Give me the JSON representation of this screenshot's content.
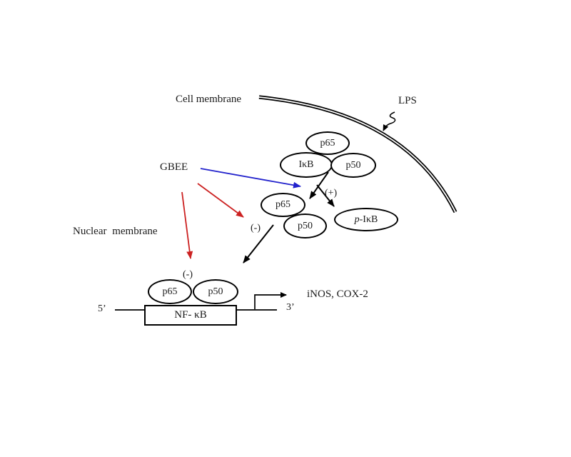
{
  "diagram": {
    "labels": {
      "cell_membrane": "Cell membrane",
      "lps": "LPS",
      "gbee": "GBEE",
      "nuclear_membrane": "Nuclear membrane"
    },
    "nodes": {
      "cytoplasmic_complex": {
        "p65": "p65",
        "ikb": "IκB",
        "p50": "p50"
      },
      "free_dimer": {
        "p65": "p65",
        "p50": "p50"
      },
      "phospho_ikb": {
        "prefix": "p",
        "suffix": "-IκB"
      },
      "nuclear_dimer": {
        "p65": "p65",
        "p50": "p50"
      }
    },
    "signs": {
      "plus": "(+)",
      "minus_cytoplasm": "(-)",
      "minus_nucleus": "(-)"
    },
    "dna": {
      "five_prime": "5’",
      "three_prime": "3’",
      "promoter_box": "NF- κB",
      "target_genes": "iNOS, COX-2"
    },
    "colors": {
      "line": "#000000",
      "activation_arrow": "#2222cc",
      "inhibition_arrow": "#cc2222"
    }
  }
}
